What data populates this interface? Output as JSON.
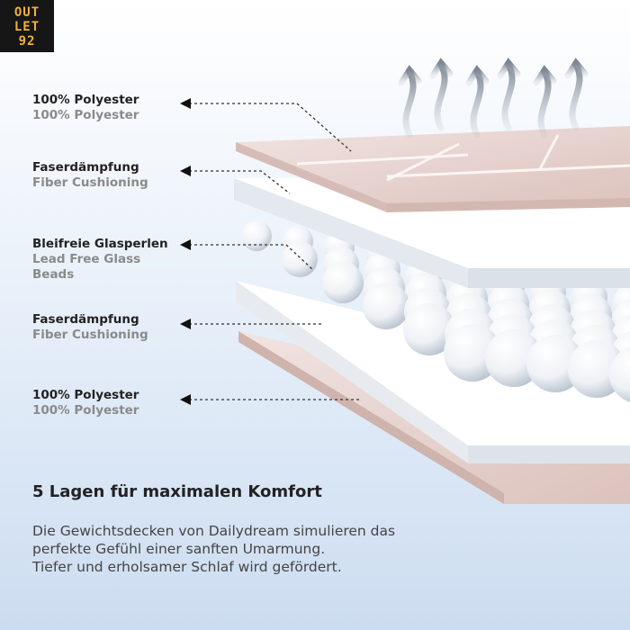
{
  "logo": {
    "line1": "OUT",
    "line2": "LET",
    "line3": "92"
  },
  "layers": [
    {
      "de": "100% Polyester",
      "en": "100% Polyester"
    },
    {
      "de": "Faserdämpfung",
      "en": "Fiber Cushioning"
    },
    {
      "de": "Bleifreie Glasperlen",
      "en": "Lead Free Glass",
      "en2": "Beads"
    },
    {
      "de": "Faserdämpfung",
      "en": "Fiber Cushioning"
    },
    {
      "de": "100% Polyester",
      "en": "100% Polyester"
    }
  ],
  "headline": "5 Lagen für maximalen Komfort",
  "description": {
    "line1": "Die Gewichtsdecken von Dailydream simulieren das",
    "line2": "perfekte Gefühl einer sanften Umarmung.",
    "line3": "Tiefer und erholsamer Schlaf wird gefördert."
  },
  "colors": {
    "pink_layer": "#e8d6d2",
    "white_layer": "#ffffff",
    "bead": "#f4f6f8",
    "logo_text": "#f0b13a"
  },
  "icons": [
    "arrow-left-icon",
    "heat-wave-arrow-icon"
  ]
}
